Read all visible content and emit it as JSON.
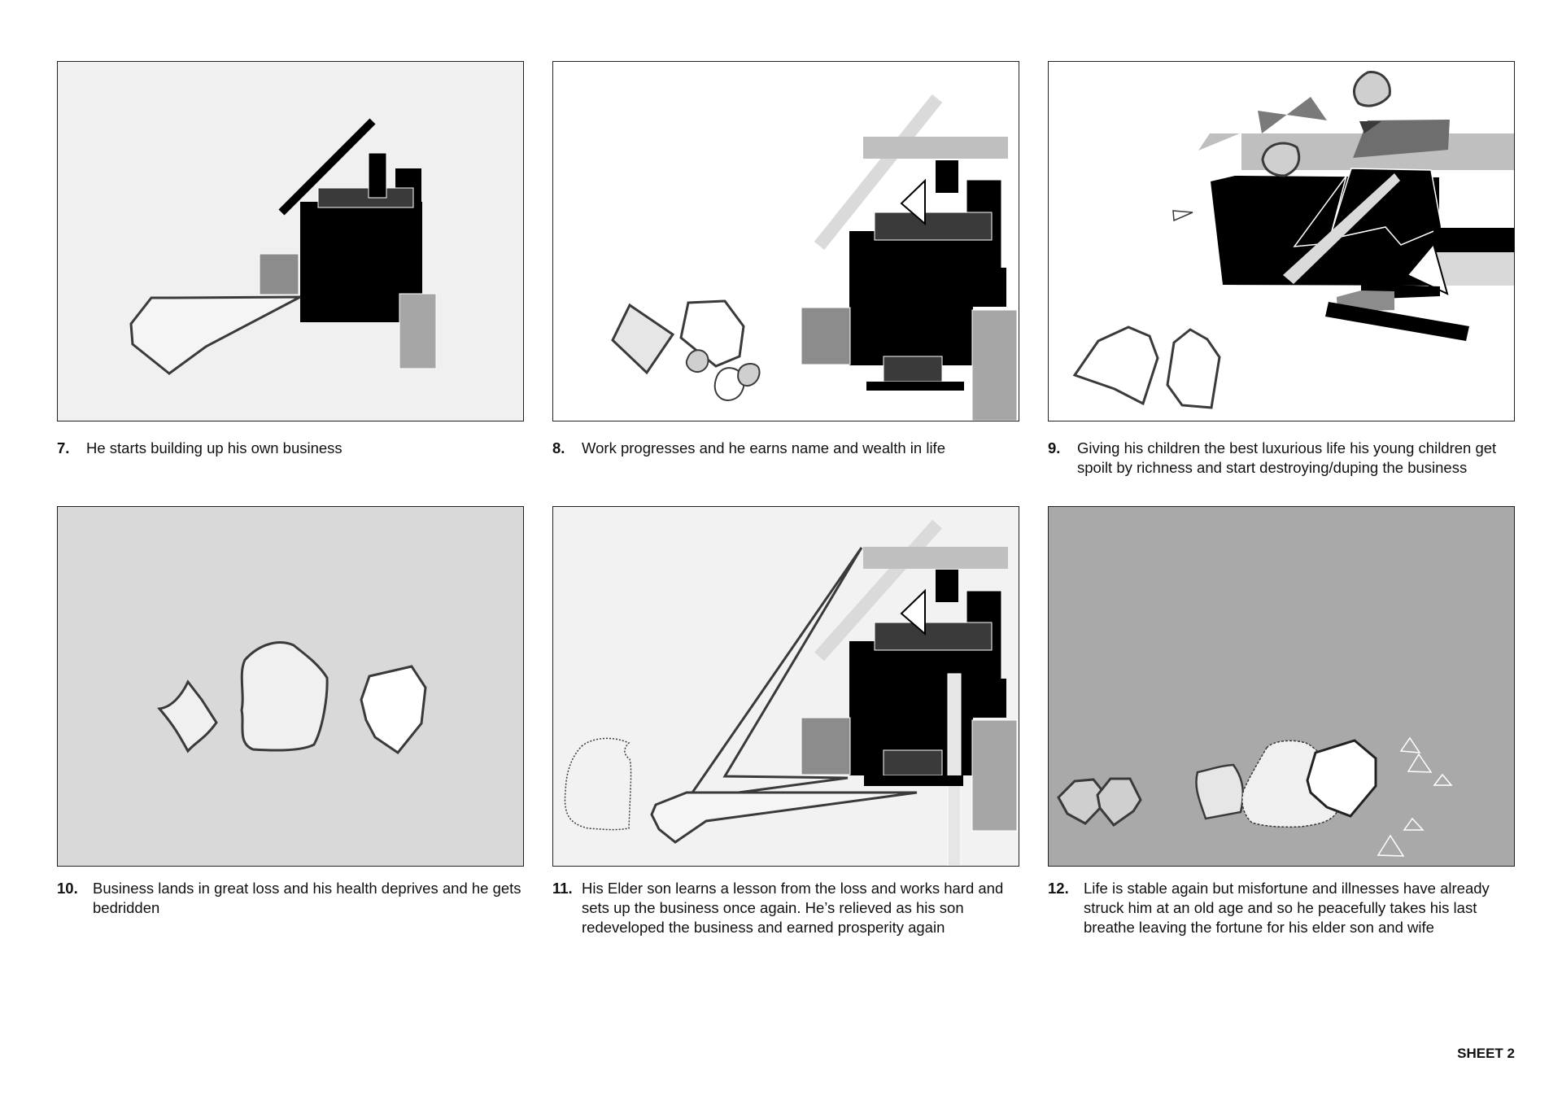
{
  "sheet": {
    "label": "SHEET 2"
  },
  "colors": {
    "black": "#000000",
    "dark_gray": "#3a3a3a",
    "mid_gray": "#8c8c8c",
    "gray": "#a6a6a6",
    "light_gray": "#bfbfbf",
    "pale_gray": "#d9d9d9",
    "panel_bg_light": "#f0f0f0",
    "panel_bg_mid": "#d9d9d9",
    "panel_bg_dark": "#a9a9a9",
    "outline": "#3a3a3a"
  },
  "frames": [
    {
      "number": "7.",
      "caption": "He starts building up his own business",
      "background": "#f0f0f0"
    },
    {
      "number": "8.",
      "caption": "Work progresses and he earns name and wealth in life",
      "background": "#ffffff"
    },
    {
      "number": "9.",
      "caption": "Giving his children the best luxurious life his young children get spoilt by richness and start destroying/duping the business",
      "background": "#ffffff"
    },
    {
      "number": "10.",
      "caption": "Business lands in great loss and his health deprives and he gets bedridden",
      "background": "#d9d9d9"
    },
    {
      "number": "11.",
      "caption": "His Elder son learns a lesson from the loss and works hard and sets up the business once again. He’s relieved as his son redeveloped the business and earned prosperity again",
      "background": "#f2f2f2"
    },
    {
      "number": "12.",
      "caption": "Life is stable again but misfortune and illnesses have already struck him at an old age and so he peacefully takes his last breathe leaving the fortune for his elder son and wife",
      "background": "#a9a9a9"
    }
  ]
}
